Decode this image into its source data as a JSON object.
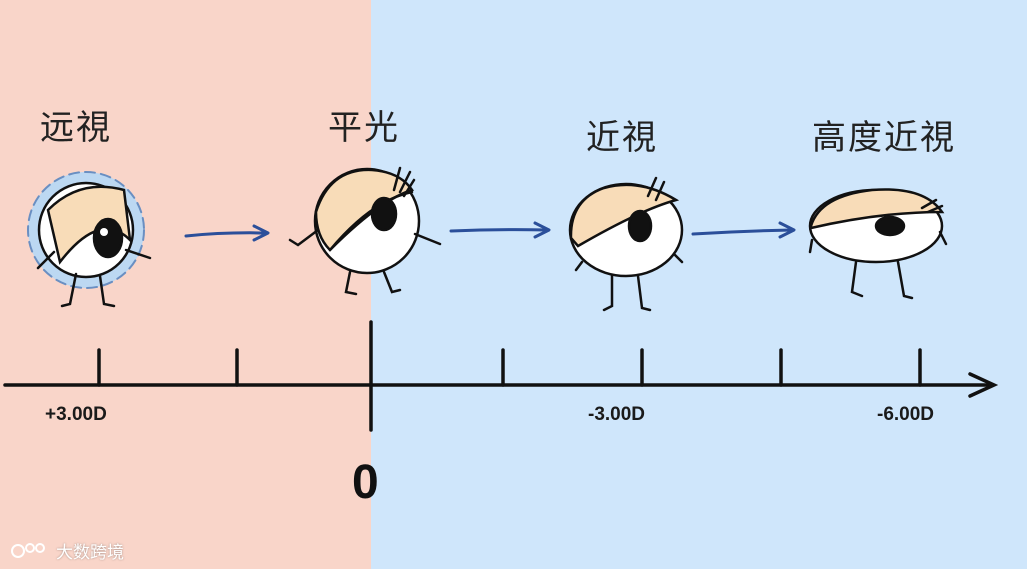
{
  "labels": {
    "hyperopia": "远視",
    "neutral": "平光",
    "myopia": "近視",
    "high_myopia": "高度近視"
  },
  "axis": {
    "left_tick": "+3.00D",
    "zero": "0",
    "mid_tick": "-3.00D",
    "right_tick": "-6.00D"
  },
  "watermark": "大数跨境",
  "colors": {
    "left_bg": "#f9d5c9",
    "right_bg": "#cfe6fb",
    "arrow": "#2b4f9a",
    "eye_lid": "#f8dcb8"
  }
}
